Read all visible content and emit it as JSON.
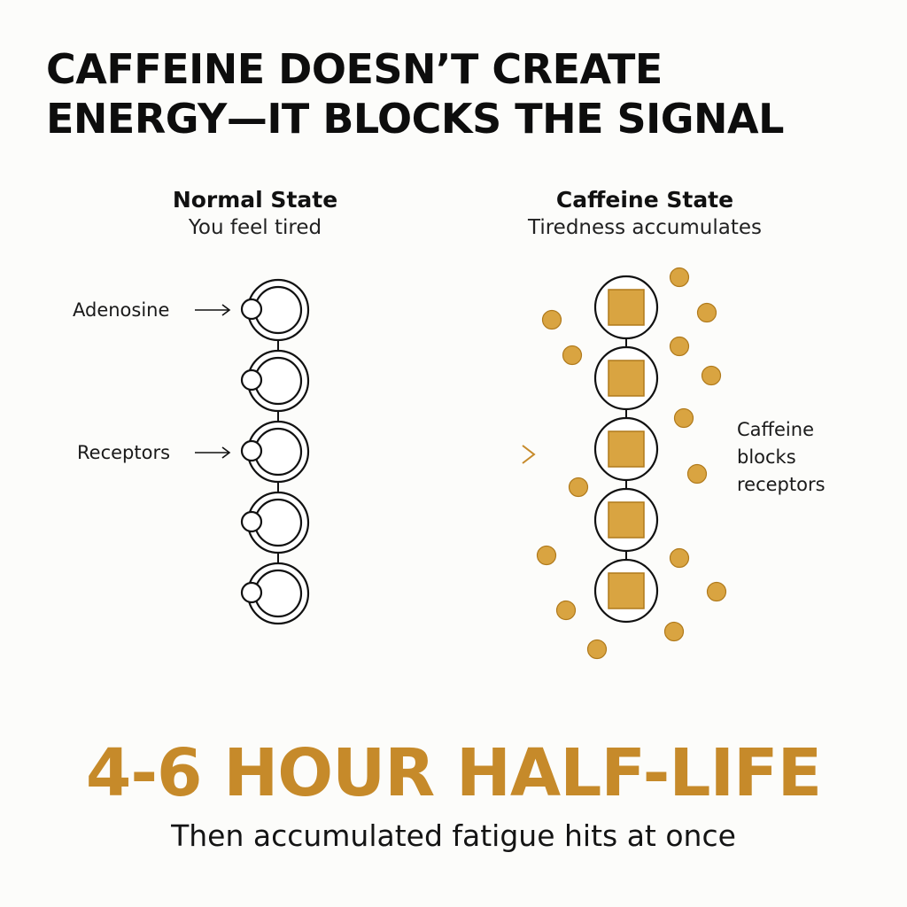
{
  "title": {
    "line1": "CAFFEINE DOESN’T CREATE",
    "line2": "ENERGY—IT BLOCKS THE SIGNAL"
  },
  "normal_state": {
    "heading": "Normal State",
    "subheading": "You feel tired",
    "labels": {
      "adenosine": "Adenosine",
      "receptors": "Receptors"
    },
    "receptor_count": 5
  },
  "caffeine_state": {
    "heading": "Caffeine State",
    "subheading": "Tiredness accumulates",
    "label": "Caffeine blocks receptors",
    "receptor_count": 5
  },
  "half_life": "4-6 HOUR HALF-LIFE",
  "footer": "Then accumulated fatigue hits at once",
  "colors": {
    "accent": "#c68a2a",
    "caffeine_fill": "#d9a441",
    "caffeine_stroke": "#b07a1c",
    "line": "#111111"
  }
}
